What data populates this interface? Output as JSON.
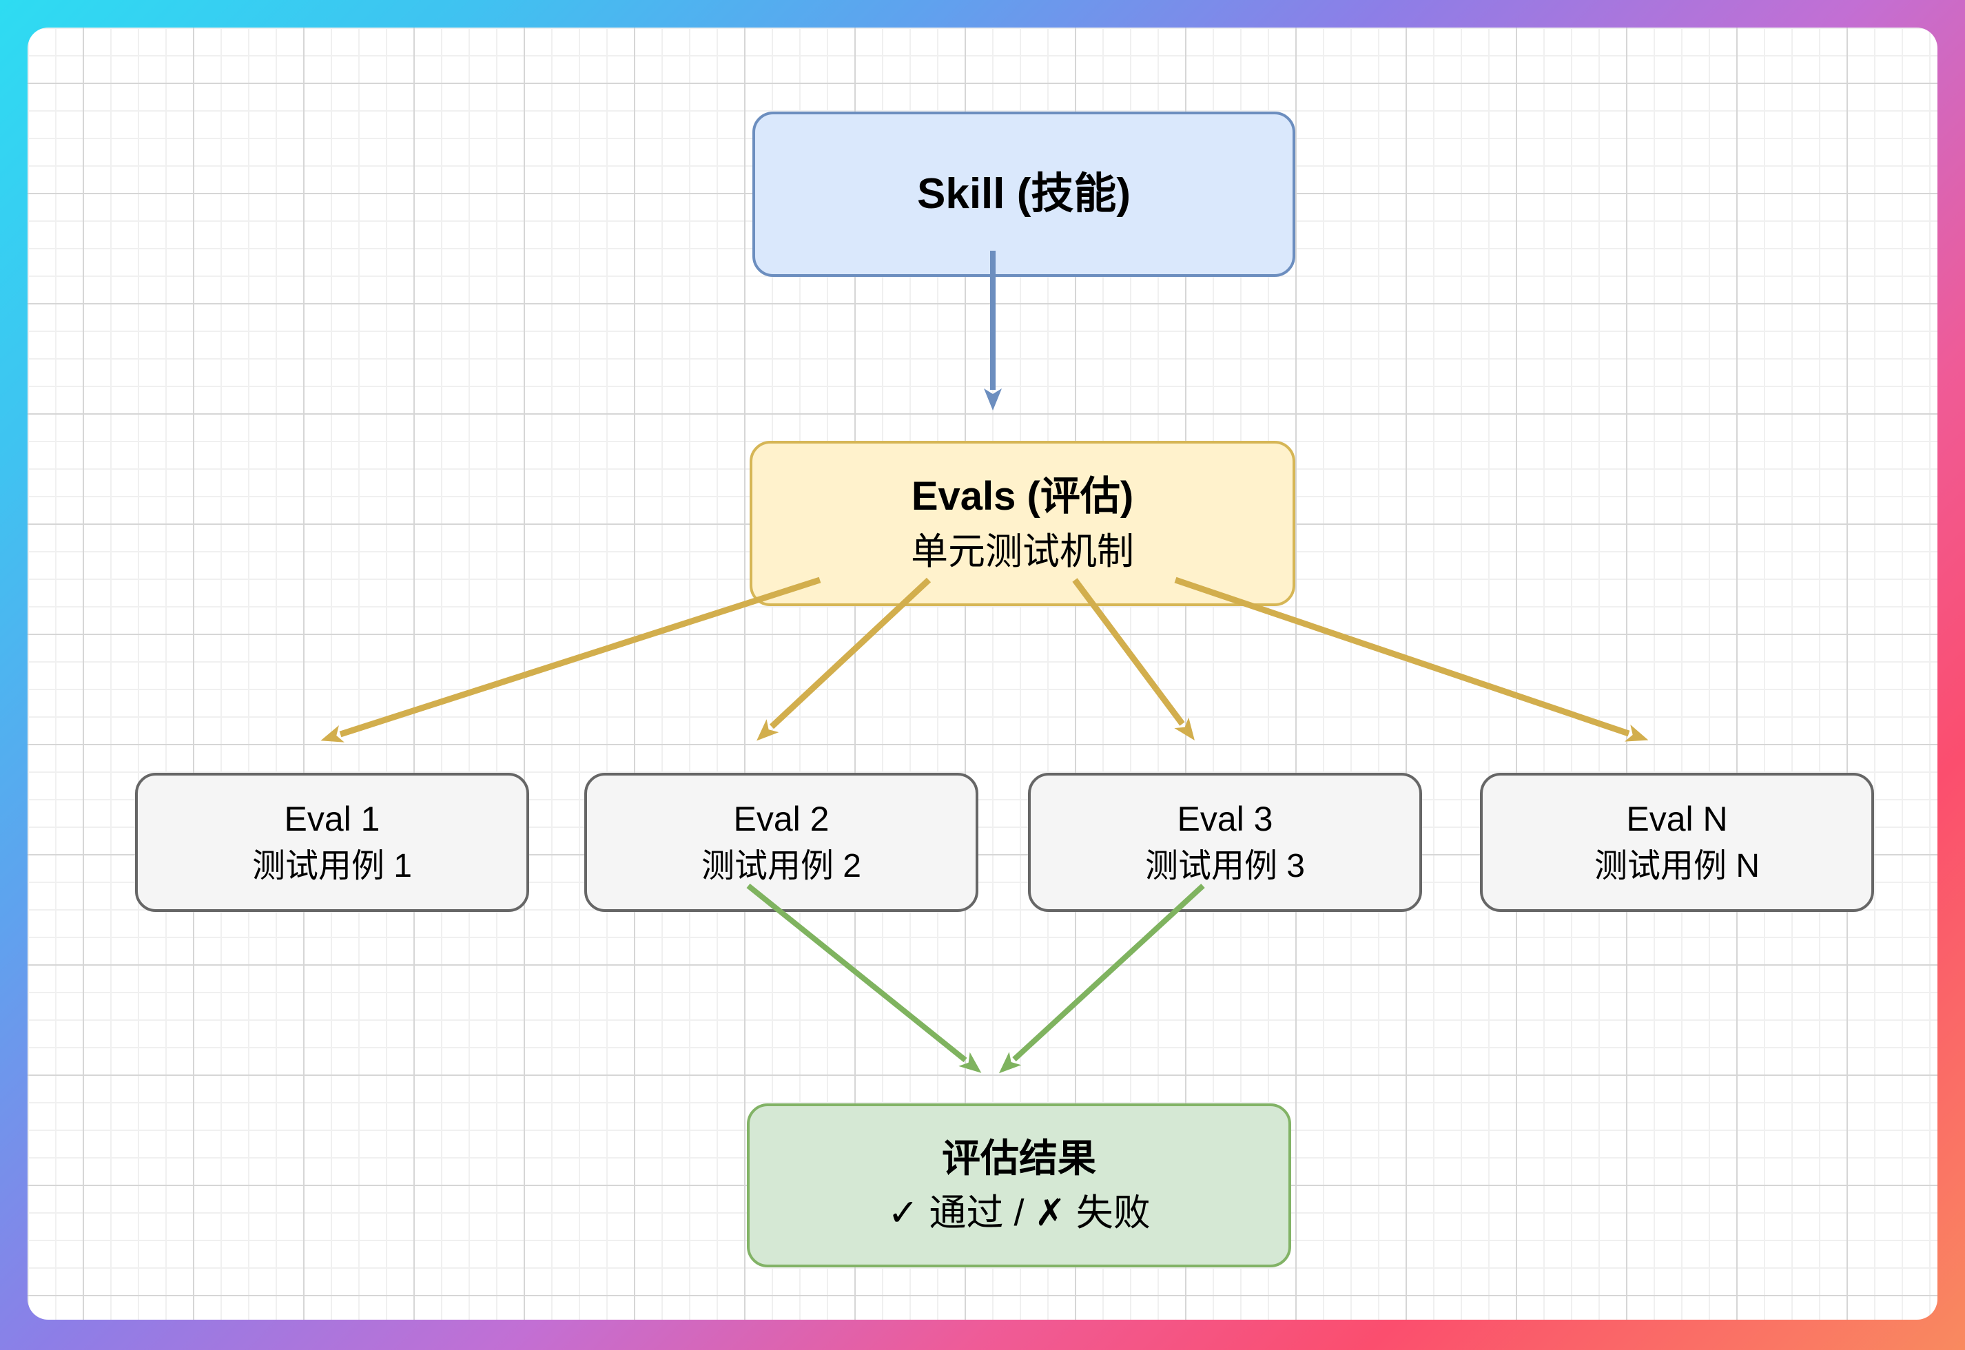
{
  "diagram": {
    "nodes": {
      "skill": {
        "title": "Skill (技能)"
      },
      "evals": {
        "title": "Evals (评估)",
        "subtitle": "单元测试机制"
      },
      "eval1": {
        "title": "Eval 1",
        "subtitle": "测试用例 1"
      },
      "eval2": {
        "title": "Eval 2",
        "subtitle": "测试用例 2"
      },
      "eval3": {
        "title": "Eval 3",
        "subtitle": "测试用例 3"
      },
      "evaln": {
        "title": "Eval N",
        "subtitle": "测试用例 N"
      },
      "result": {
        "title": "评估结果",
        "subtitle": "✓ 通过 / ✗ 失败"
      }
    },
    "edges": [
      {
        "from": "skill",
        "to": "evals",
        "color": "#6c8ebf"
      },
      {
        "from": "evals",
        "to": "eval1",
        "color": "#d2ae4d"
      },
      {
        "from": "evals",
        "to": "eval2",
        "color": "#d2ae4d"
      },
      {
        "from": "evals",
        "to": "eval3",
        "color": "#d2ae4d"
      },
      {
        "from": "evals",
        "to": "evaln",
        "color": "#d2ae4d"
      },
      {
        "from": "eval2",
        "to": "result",
        "color": "#7fb35f"
      },
      {
        "from": "eval3",
        "to": "result",
        "color": "#7fb35f"
      }
    ],
    "colors": {
      "skill-fill": "#dae8fc",
      "skill-border": "#6c8ebf",
      "evals-fill": "#fff2cc",
      "evals-border": "#d6b656",
      "eval-fill": "#f5f5f5",
      "eval-border": "#666666",
      "result-fill": "#d5e8d4",
      "result-border": "#82b366",
      "arrow-blue": "#6c8ebf",
      "arrow-yellow": "#d2ae4d",
      "arrow-green": "#7fb35f"
    }
  }
}
